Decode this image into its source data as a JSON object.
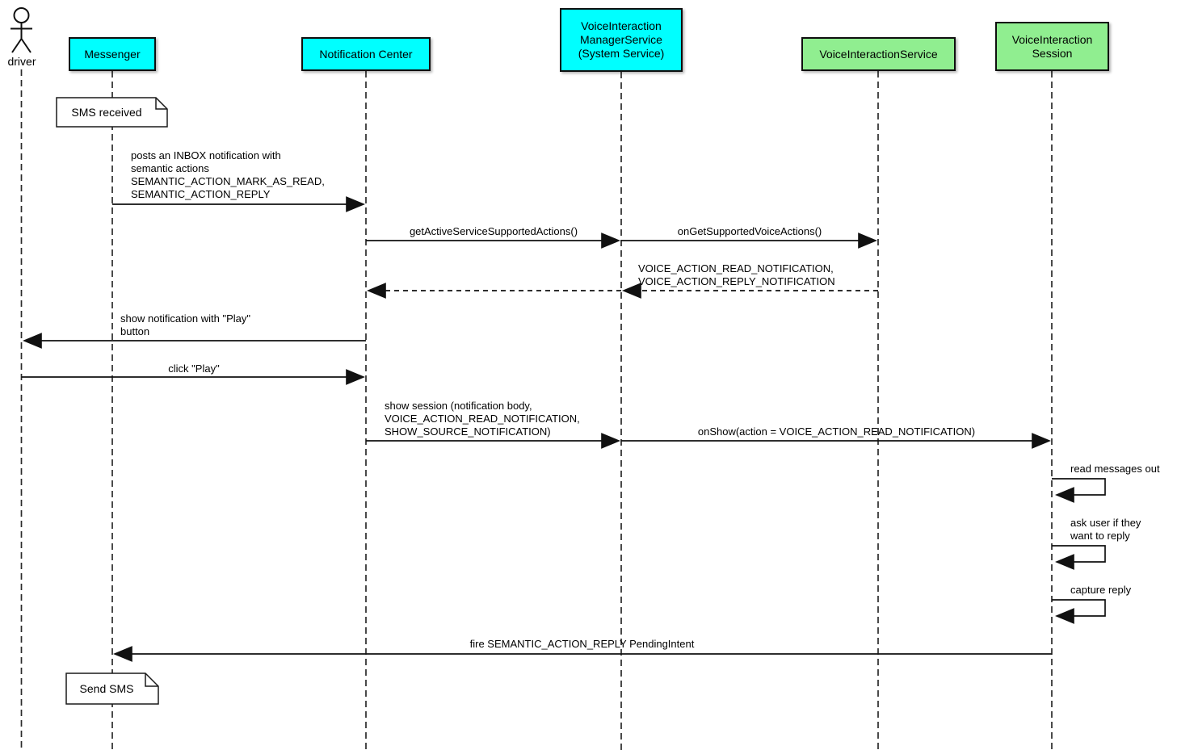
{
  "actor": {
    "label": "driver"
  },
  "participants": [
    {
      "label": "Messenger",
      "color": "#00ffff"
    },
    {
      "label": "Notification Center",
      "color": "#00ffff"
    },
    {
      "label": "VoiceInteraction\nManagerService\n(System Service)",
      "color": "#00ffff"
    },
    {
      "label": "VoiceInteractionService",
      "color": "#90ee90"
    },
    {
      "label": "VoiceInteraction\nSession",
      "color": "#90ee90"
    }
  ],
  "notes": [
    {
      "text": "SMS received",
      "attached_to": "Messenger"
    },
    {
      "text": "Send SMS",
      "attached_to": "Messenger"
    }
  ],
  "messages": [
    {
      "from": "Messenger",
      "to": "Notification Center",
      "line": "solid",
      "text": "posts an INBOX notification with\nsemantic actions\nSEMANTIC_ACTION_MARK_AS_READ,\nSEMANTIC_ACTION_REPLY"
    },
    {
      "from": "Notification Center",
      "to": "VoiceInteractionManagerService",
      "line": "solid",
      "text": "getActiveServiceSupportedActions()"
    },
    {
      "from": "VoiceInteractionManagerService",
      "to": "VoiceInteractionService",
      "line": "solid",
      "text": "onGetSupportedVoiceActions()"
    },
    {
      "from": "VoiceInteractionService",
      "to": "VoiceInteractionManagerService",
      "line": "dashed",
      "text": "VOICE_ACTION_READ_NOTIFICATION,\nVOICE_ACTION_REPLY_NOTIFICATION"
    },
    {
      "from": "VoiceInteractionManagerService",
      "to": "Notification Center",
      "line": "dashed",
      "text": ""
    },
    {
      "from": "Notification Center",
      "to": "driver",
      "line": "solid",
      "text": "show notification with \"Play\"\nbutton"
    },
    {
      "from": "driver",
      "to": "Notification Center",
      "line": "solid",
      "text": "click \"Play\""
    },
    {
      "from": "Notification Center",
      "to": "VoiceInteractionManagerService",
      "line": "solid",
      "text": "show session (notification body,\nVOICE_ACTION_READ_NOTIFICATION,\nSHOW_SOURCE_NOTIFICATION)"
    },
    {
      "from": "VoiceInteractionManagerService",
      "to": "VoiceInteractionSession",
      "line": "solid",
      "text": "onShow(action = VOICE_ACTION_READ_NOTIFICATION)"
    },
    {
      "from": "VoiceInteractionSession",
      "to": "VoiceInteractionSession",
      "line": "solid",
      "text": "read messages out"
    },
    {
      "from": "VoiceInteractionSession",
      "to": "VoiceInteractionSession",
      "line": "solid",
      "text": "ask user if they\nwant to reply"
    },
    {
      "from": "VoiceInteractionSession",
      "to": "VoiceInteractionSession",
      "line": "solid",
      "text": "capture reply"
    },
    {
      "from": "VoiceInteractionSession",
      "to": "Messenger",
      "line": "solid",
      "text": "fire SEMANTIC_ACTION_REPLY PendingIntent"
    }
  ],
  "colors": {
    "participant_cyan": "#00ffff",
    "participant_green": "#90ee90",
    "line": "#000000",
    "note_background": "#ffffff",
    "background": "#ffffff"
  }
}
